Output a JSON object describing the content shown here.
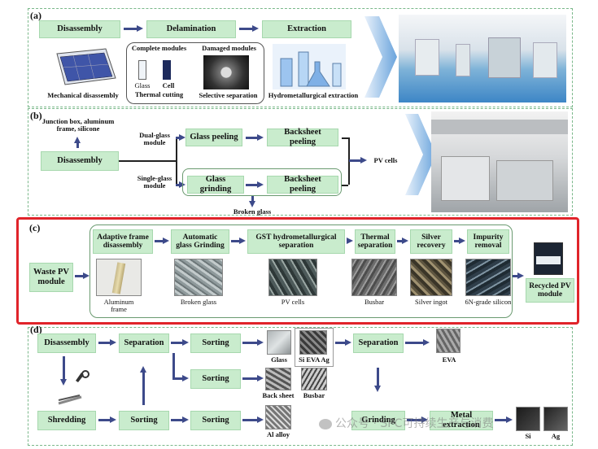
{
  "panels": {
    "a": {
      "label": "(a)",
      "steps": [
        "Disassembly",
        "Delamination",
        "Extraction"
      ],
      "captions": {
        "mechanical": "Mechanical disassembly",
        "complete": "Complete modules",
        "damaged": "Damaged modules",
        "glass": "Glass",
        "cell": "Cell",
        "thermal": "Thermal cutting",
        "selective": "Selective separation",
        "hydro": "Hydrometallurgical extraction"
      }
    },
    "b": {
      "label": "(b)",
      "disassembly": "Disassembly",
      "junction": "Junction box, aluminum frame, silicone",
      "dual": "Dual-glass module",
      "single": "Single-glass module",
      "glass_peeling": "Glass peeling",
      "backsheet1": "Backsheet peeling",
      "glass_grinding": "Glass grinding",
      "backsheet2": "Backsheet peeling",
      "pv_cells": "PV cells",
      "broken_glass": "Broken glass"
    },
    "c": {
      "label": "(c)",
      "waste": "Waste PV module",
      "steps": [
        "Adaptive frame disassembly",
        "Automatic glass Grinding",
        "GST hydrometallurgical separation",
        "Thermal separation",
        "Silver recovery",
        "Impurity removal"
      ],
      "products": [
        "Aluminum frame",
        "Broken glass",
        "PV cells",
        "Busbar",
        "Silver ingot",
        "6N-grade silicon"
      ],
      "recycled": "Recycled PV module"
    },
    "d": {
      "label": "(d)",
      "disassembly": "Disassembly",
      "separation1": "Separation",
      "sorting1": "Sorting",
      "sorting2": "Sorting",
      "separation2": "Separation",
      "shredding": "Shredding",
      "sorting3": "Sorting",
      "sorting4": "Sorting",
      "grinding": "Grinding",
      "metal_extraction": "Metal extraction",
      "glass": "Glass",
      "si_eva_ag": "Si EVA Ag",
      "eva": "EVA",
      "back_sheet": "Back sheet",
      "busbar": "Busbar",
      "al_alloy": "Al alloy",
      "si": "Si",
      "ag": "Ag"
    }
  },
  "watermark": "公众号 · SPC可持续生产与消费",
  "colors": {
    "box": "#c9eccd",
    "arrow": "#3d4a8a",
    "highlight": "#e0242a",
    "dashed": "#7ab88a"
  }
}
